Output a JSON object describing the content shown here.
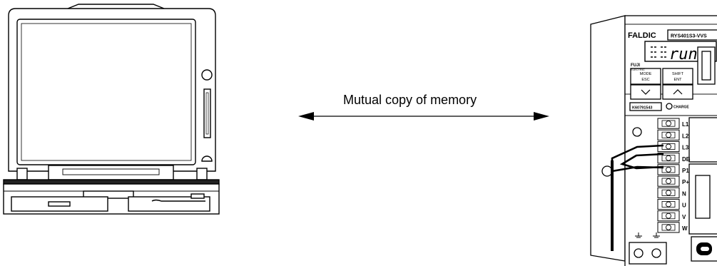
{
  "arrow_label": "Mutual copy of memory",
  "pc": {
    "icon": "personal-computer-icon"
  },
  "drive": {
    "icon": "servo-amplifier-icon",
    "brand": "FALDIC",
    "model": "RYS401S3-VVS",
    "display": "run",
    "maker_line1": "FUJI",
    "maker_line2": "ELECTRIC",
    "mode_label": "MODE",
    "esc_label": "ESC",
    "shift_label": "SHIFT",
    "ent_label": "ENT",
    "serial": "K60791543",
    "charge_label": "CHARGE",
    "terminals": [
      "L1",
      "L2",
      "L3",
      "DB",
      "P1",
      "P+",
      "N",
      "U",
      "V",
      "W"
    ]
  }
}
